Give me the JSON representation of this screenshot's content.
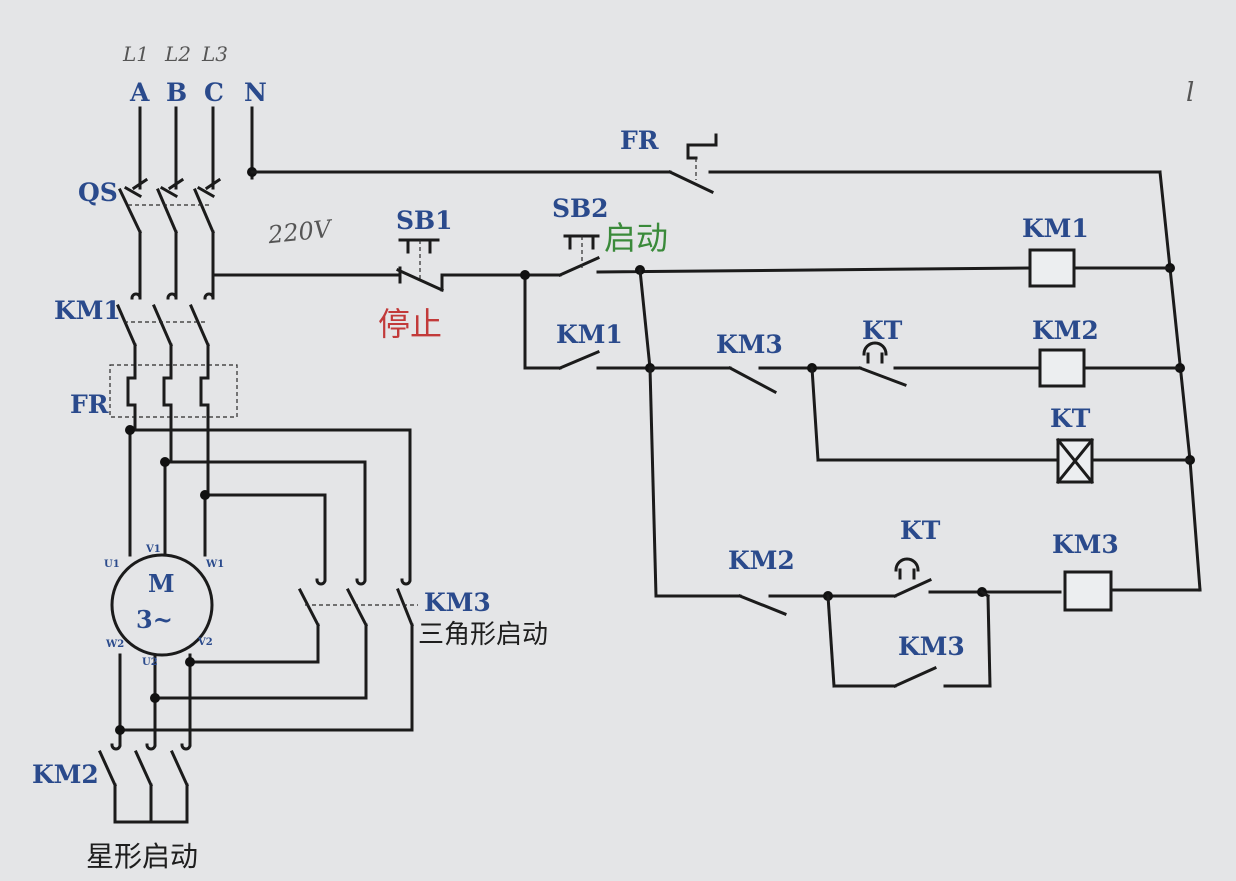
{
  "colors": {
    "background": "#e4e5e7",
    "label_blue": "#2a4a8c",
    "stop_red": "#c23a3a",
    "start_green": "#3a8a3a",
    "wire": "#1b1b1b"
  },
  "handwriting": {
    "L1": "L1",
    "L2": "L2",
    "L3": "L3",
    "voltage": "220V",
    "corner_mark": "l"
  },
  "phases": {
    "A": "A",
    "B": "B",
    "C": "C",
    "N": "N"
  },
  "power_circuit": {
    "qs": "QS",
    "km1": "KM1",
    "fr": "FR",
    "motor_line1": "M",
    "motor_line2": "3~",
    "u1": "U1",
    "v1": "V1",
    "w1": "W1",
    "w2": "W2",
    "u2": "U2",
    "v2": "V2",
    "km3": "KM3",
    "km3_caption": "三角形启动",
    "km2": "KM2",
    "km2_caption": "星形启动"
  },
  "control_circuit": {
    "fr": "FR",
    "sb1": "SB1",
    "sb1_caption": "停止",
    "sb2": "SB2",
    "sb2_caption": "启动",
    "km1_aux": "KM1",
    "km1_coil": "KM1",
    "km3_nc": "KM3",
    "kt_nc": "KT",
    "km2_coil": "KM2",
    "kt_coil": "KT",
    "km2_nc": "KM2",
    "kt_no": "KT",
    "km3_coil": "KM3",
    "km3_hold": "KM3"
  }
}
